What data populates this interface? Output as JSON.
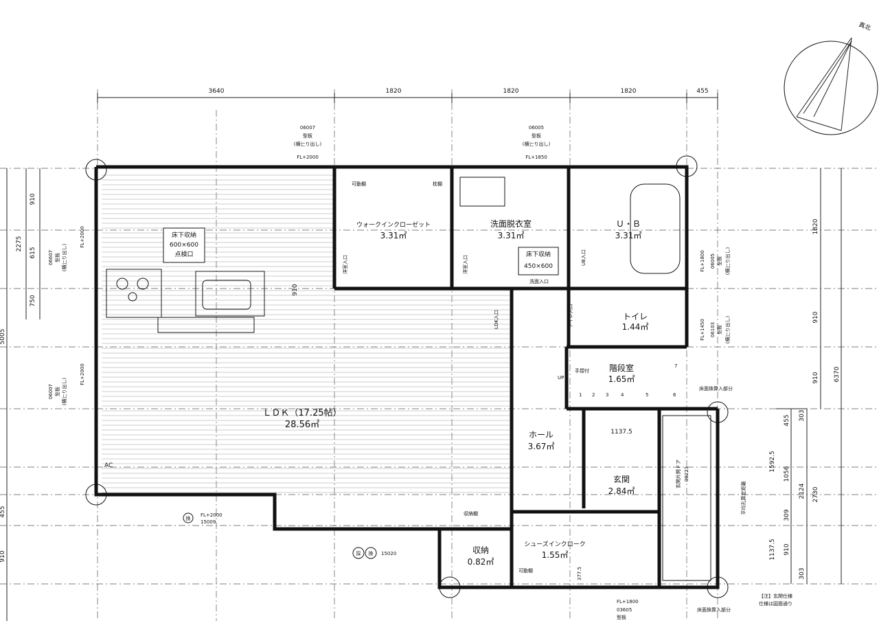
{
  "north_label": "真北",
  "dims_top": [
    "3640",
    "1820",
    "1820",
    "1820",
    "455"
  ],
  "dims_left": [
    "910",
    "2275",
    "615",
    "750",
    "5005",
    "455",
    "910"
  ],
  "dims_right": [
    "1820",
    "910",
    "910",
    "6370",
    "455",
    "303",
    "1592.5",
    "1056",
    "2124",
    "2730",
    "309",
    "1137.5",
    "910",
    "303"
  ],
  "rooms": {
    "ldk": {
      "name": "ＬＤＫ（17.25帖）",
      "area": "28.56㎡"
    },
    "wic": {
      "name": "ウォークインクローゼット",
      "area": "3.31㎡"
    },
    "wash": {
      "name": "洗面脱衣室",
      "area": "3.31㎡"
    },
    "ub": {
      "name": "Ｕ・Ｂ",
      "area": "3.31㎡"
    },
    "toilet": {
      "name": "トイレ",
      "area": "1.44㎡"
    },
    "stair": {
      "name": "階段室",
      "area": "1.65㎡"
    },
    "hall": {
      "name": "ホール",
      "area": "3.67㎡"
    },
    "entrance": {
      "name": "玄関",
      "area": "2.84㎡"
    },
    "storage": {
      "name": "収納",
      "area": "0.82㎡"
    },
    "shoes": {
      "name": "シューズインクローク",
      "area": "1.55㎡"
    }
  },
  "notes": {
    "floor_storage_1": [
      "床下収納",
      "600×600",
      "点検口"
    ],
    "floor_storage_2": [
      "床下収納",
      "450×600"
    ],
    "win_top1": [
      "06007",
      "型板",
      "(横辷り出し)",
      "FL+2000"
    ],
    "win_top2": [
      "06005",
      "型板",
      "(横辷り出し)",
      "FL+1850"
    ],
    "win_left1": [
      "06607",
      "型板",
      "(横辷り出し)",
      "FL+2000"
    ],
    "win_left2": [
      "06007",
      "型板",
      "(横辷り出し)",
      "FL+2000"
    ],
    "win_right1": [
      "06005",
      "型板",
      "(横辷り出し)",
      "FL+1800"
    ],
    "win_right2": [
      "06103",
      "型板",
      "(横辷り出し)",
      "FL+1450"
    ],
    "win_bottom1": [
      "FL+2000",
      "15009"
    ],
    "win_bottom2": "15020",
    "win_bottom3": [
      "FL+1800",
      "03605",
      "型板"
    ],
    "ent_door": [
      "玄関片開ドア",
      "09223"
    ],
    "wash_in": "洗面入口",
    "toilet_in": "トイレ入口",
    "ldk_in": "LDK入口",
    "ub_in": "UB入口",
    "yoshitsu_in1": "洋室入口",
    "yoshitsu_in2": "洋室入口",
    "movable_shelf": "可動棚",
    "pole": "枕棚",
    "handrail": "手摺付",
    "up": "UP",
    "storage_shelf": "収納棚",
    "ac": "AC",
    "counter_dim": "910",
    "hall_dim": "1137.5",
    "shoes_dim": "377.5",
    "note_bottom": [
      "【注】玄関仕様",
      "仕様は図面通り"
    ],
    "sticker1": "床面換算入部分",
    "sticker2": "床面換算入部分",
    "ent_note": "平均孔算定距離",
    "stair_steps": [
      "1",
      "2",
      "3",
      "4",
      "5",
      "6",
      "7"
    ],
    "kan_label": "換",
    "sai_label": "採",
    "hikiwake": "可動棚"
  }
}
